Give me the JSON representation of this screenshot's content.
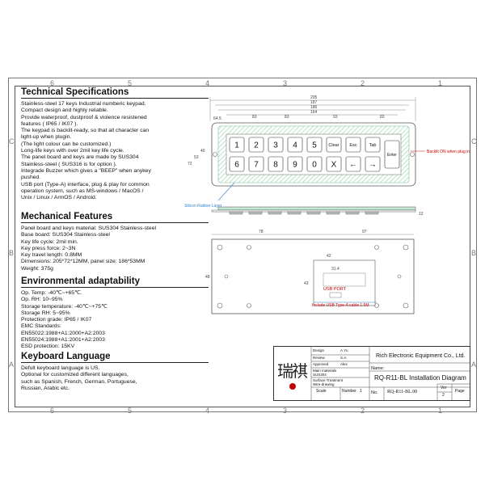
{
  "zone_labels": {
    "top": [
      "6",
      "5",
      "4",
      "3",
      "2",
      "1"
    ],
    "side": [
      "C",
      "B",
      "A"
    ]
  },
  "specs": {
    "title": "Technical Specifications",
    "lines": [
      "Stainless-steel 17 keys Industrial numberic keypad.",
      "Compact design and highly reliable.",
      "Provide waterproof, dustproof & violence resistened",
      "features ( IP65 / IK07 ).",
      "The keypad is backlit-ready, so that all character can",
      "light-up when plugin.",
      " (The light colour can be customized.)",
      "Long-life keys with over 2mil key life cycle.",
      "The panel board and keys are made by SUS304",
      "Stainless-steel ( SUS316 is for option ).",
      "Integrade Buzzer which gives a \"BEEP\" when anykey",
      "pushed.",
      "USB port (Type-A) interface, plug & play for common",
      "operation system, such as MS-windows / MacOS /",
      "Unix / Linux / ArmOS / Android."
    ]
  },
  "mech": {
    "title": "Mechanical Features",
    "lines": [
      "Panel board and keys material: SUS304 Stainless-steel",
      "Base board: SUS304 Stainless-steel",
      "Key life cycle: 2mil min.",
      "Key press force: 2~3N",
      "Key travel length: 0.8MM",
      "Dimensions: 205*72*12MM, panel size: 186*53MM",
      "Weight: 375g"
    ]
  },
  "env": {
    "title": "Environmental adaptability",
    "lines": [
      "Op. Temp: -40℃~+65℃.",
      "Op. RH: 10~95%",
      "Storage temperature: -40℃~+75℃",
      "Storage RH: 5~95%",
      "Protection grade: IP65 / IK07",
      "EMC Standards:",
      "EN55022:1988+A1:2000+A2:2003",
      "EN55024:1988+A1:2001+A2:2003",
      "ESD protection: 15KV"
    ]
  },
  "lang": {
    "title": "Keyboard Language",
    "lines": [
      "Defult keyboard language is US.",
      "Optional for customized different languages,",
      "such as Spanish, French, German, Portuguese,",
      "Russian, Arabic etc."
    ]
  },
  "keys": {
    "row1": [
      "1",
      "2",
      "3",
      "4",
      "5",
      "Clear",
      "Esc",
      "Tab"
    ],
    "row2": [
      "6",
      "7",
      "8",
      "9",
      "0",
      "X",
      "←",
      "→"
    ],
    "enter": "Enter"
  },
  "dims": {
    "overall": [
      "205",
      "187",
      "186",
      "164"
    ],
    "keys_row": [
      "83",
      "83",
      "93",
      "83"
    ],
    "side": [
      "64.5",
      "40",
      "53",
      "72",
      "12"
    ],
    "bottom": [
      "78",
      "97"
    ],
    "usb_box": [
      "42",
      "31.4",
      "43"
    ],
    "left_height": "48"
  },
  "annotations": {
    "backlit": "Backlit ON when plug in",
    "rubber": "Silicon Rubber Layer",
    "usb_port": "USB PORT",
    "usb_cable": "Include USB Type-A cable 1.5M"
  },
  "title_block": {
    "rows": [
      {
        "label": "Design",
        "value": "A.Yu"
      },
      {
        "label": "Review",
        "value": "S.A."
      },
      {
        "label": "Approved",
        "value": "Alex"
      },
      {
        "label": "Main materials",
        "value": "SUS304"
      },
      {
        "label": "Surface Treatment",
        "value": "Wire-drawing"
      }
    ],
    "scale_label": "Scale",
    "number_label": "Number",
    "number_value": "1",
    "company": "Rich Electronic Equipment Co., Ltd.",
    "name_label": "Name:",
    "drawing_name": "RQ-R11-BL Installation Diagram",
    "no_label": "No.",
    "no_value": "RQ-R11-BL.00",
    "ver_label": "Ver",
    "ver_value": "2",
    "page_label": "Page"
  },
  "colors": {
    "accent_red": "#d00000",
    "accent_blue": "#2f7fd0",
    "rubber_green": "#9cd7b0"
  }
}
